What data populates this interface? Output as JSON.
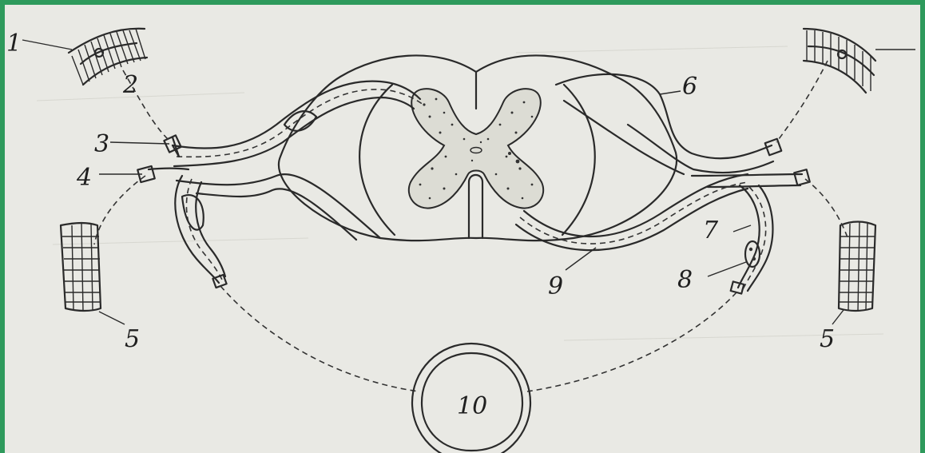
{
  "labels": {
    "l1": "1",
    "l2": "2",
    "l3": "3",
    "l4": "4",
    "l5_left": "5",
    "l5_right": "5",
    "l6": "6",
    "l7": "7",
    "l8": "8",
    "l9": "9",
    "l10": "10"
  },
  "colors": {
    "frame_border": "#2e9a5c",
    "paper": "#e9e9e4",
    "ink": "#2a2a2a"
  }
}
